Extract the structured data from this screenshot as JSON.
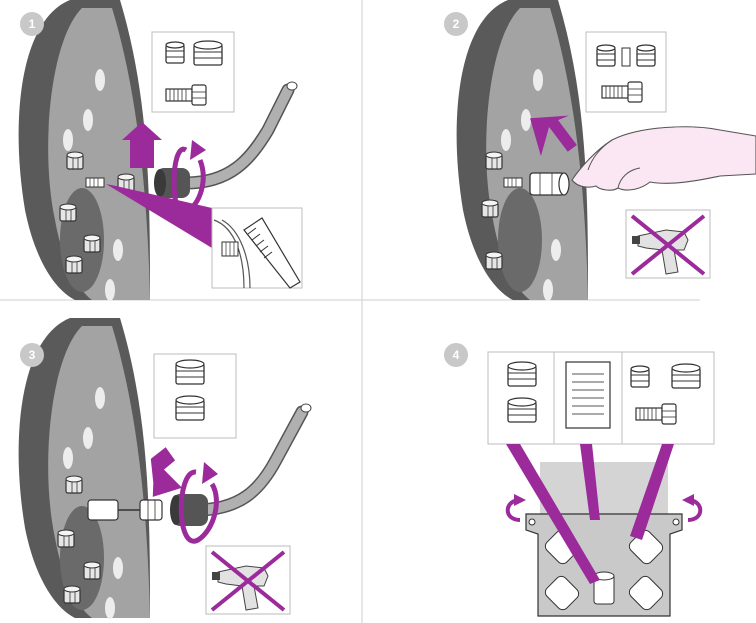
{
  "steps": [
    {
      "number": "1"
    },
    {
      "number": "2"
    },
    {
      "number": "3"
    },
    {
      "number": "4"
    }
  ],
  "colors": {
    "accent": "#9b2a9b",
    "divider": "#cfcfcf",
    "badge": "#c8c8c8",
    "tire": "#5a5a5a",
    "rim": "#9d9d9d",
    "hub": "#6e6e6e",
    "hand": "#fbe6f3"
  },
  "icons": [
    "lug-nut-icon",
    "lug-bolt-icon",
    "wrench-bar-icon",
    "rotate-arrow-icon",
    "wire-brush-icon",
    "hand-icon",
    "impact-wrench-icon",
    "cross-out-icon",
    "key-adapter-icon",
    "instruction-sheet-icon",
    "storage-case-icon"
  ]
}
